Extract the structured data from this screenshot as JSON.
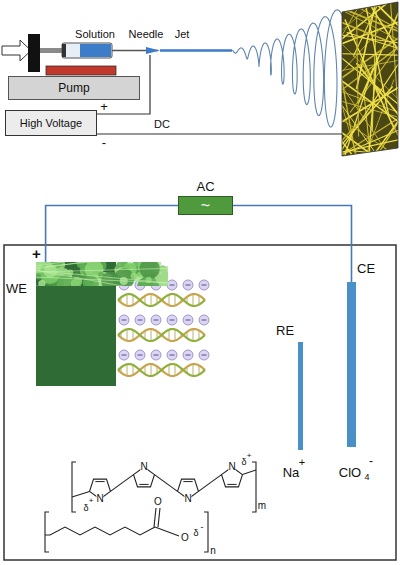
{
  "diagram": {
    "nodes": [
      {
        "text": [
          "Pump"
        ]
      },
      {
        "text": [
          "High Voltage"
        ]
      },
      {
        "text": [
          "AC",
          "~"
        ]
      },
      {
        "text": [
          "WE",
          "+"
        ]
      },
      {
        "text": [
          "RE"
        ]
      },
      {
        "text": [
          "CE"
        ]
      }
    ],
    "edges": [
      {
        "from": 2,
        "to": 3,
        "arrow": "none"
      },
      {
        "from": 2,
        "to": 5,
        "arrow": "none"
      }
    ],
    "labels": [
      "Solution",
      "Needle",
      "Jet",
      "+",
      "-",
      "DC",
      "Na",
      "+",
      "ClO",
      "4",
      "-",
      "N",
      "N",
      "N",
      "N",
      "δ",
      "+",
      "δ",
      "+",
      "m",
      "O",
      "O",
      "δ",
      "-",
      "n"
    ]
  }
}
